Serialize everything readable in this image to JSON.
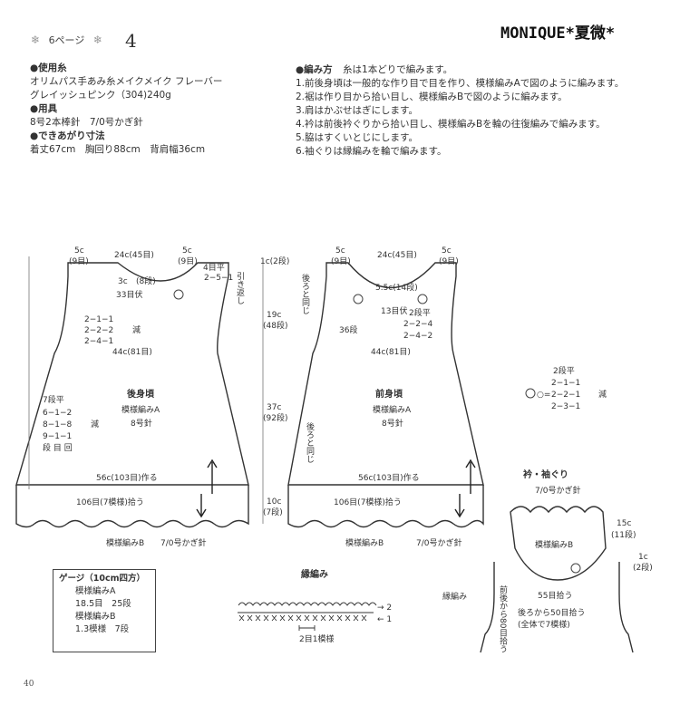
{
  "header": {
    "title": "MONIQUE*夏微*",
    "page_ref": "6ページ",
    "pattern_no": "4",
    "flake": "❄"
  },
  "materials": {
    "yarn_heading": "●使用糸",
    "yarn_line1": "オリムパス手あみ糸メイクメイク フレーバー",
    "yarn_line2": "グレイッシュピンク（304)240g",
    "tools_heading": "●用具",
    "tools_line": "8号2本棒針　7/0号かぎ針",
    "size_heading": "●できあがり寸法",
    "size_line": "着丈67cm　胸回り88cm　背肩幅36cm"
  },
  "method": {
    "heading": "●編み方",
    "intro": "糸は1本どりで編みます。",
    "steps": [
      "1.前後身頃は一般的な作り目で目を作り、模様編みAで図のように編みます。",
      "2.裾は作り目から拾い目し、模様編みBで図のように編みます。",
      "3.肩はかぶせはぎにします。",
      "4.衿は前後衿ぐりから拾い目し、模様編みBを輪の往復編みで編みます。",
      "5.脇はすくいとじにします。",
      "6.袖ぐりは縁編みを輪で編みます。"
    ]
  },
  "back": {
    "shoulder_l": "5c",
    "shoulder_l_sts": "(9目)",
    "neck_w": "24c(45目)",
    "shoulder_r": "5c",
    "shoulder_r_sts": "(9目)",
    "neck_depth": "3c",
    "neck_depth_rows": "(8段)",
    "neck_bind": "33目伏",
    "flat4": "4目平",
    "short_row": "2−5−1",
    "short_row_label": "引き返し",
    "dec1": "2−1−1",
    "dec2": "2−2−2",
    "dec3": "2−4−1",
    "dec_label": "減",
    "chest": "44c(81目)",
    "title": "後身頃",
    "pattern": "模様編みA",
    "needle": "8号針",
    "side_flat": "7段平",
    "side1": "6−1−2",
    "side2": "8−1−8",
    "side3": "9−1−1",
    "side_legend": "段 目 回",
    "side_label": "減",
    "cast_on": "56c(103目)作る",
    "pickup": "106目(7模様)拾う",
    "hem_pattern": "模様編みB",
    "hook": "7/0号かぎ針"
  },
  "lengths": {
    "shoulder": "1c(2段)",
    "armhole": "19c",
    "armhole_rows": "(48段)",
    "body": "37c",
    "body_rows": "(92段)",
    "hem": "10c",
    "hem_rows": "(7段)"
  },
  "front": {
    "shoulder_l": "5c",
    "shoulder_l_sts": "(9目)",
    "neck_w": "24c(45目)",
    "shoulder_r": "5c",
    "shoulder_r_sts": "(9目)",
    "same_back": "後ろと同じ",
    "neck_depth": "5.5c(14段)",
    "neck_bind": "13目伏",
    "flat2": "2段平",
    "dec1": "2−2−4",
    "dec2": "2−4−2",
    "rows36": "36段",
    "chest": "44c(81目)",
    "title": "前身頃",
    "pattern": "模様編みA",
    "needle": "8号針",
    "same_back2": "後ろと同じ",
    "cast_on": "56c(103目)作る",
    "pickup": "106目(7模様)拾う",
    "hem_pattern": "模様編みB",
    "hook": "7/0号かぎ針"
  },
  "neck_formula": {
    "symbol": "○=",
    "flat": "2段平",
    "r1": "2−1−1",
    "r2": "2−2−1",
    "r3": "2−3−1",
    "label": "減"
  },
  "collar": {
    "title": "衿・袖ぐり",
    "hook": "7/0号かぎ針",
    "height": "15c",
    "height_rows": "(11段)",
    "pattern": "模様編みB",
    "pickup": "55目拾う",
    "edge_w": "1c",
    "edge_rows": "(2段)",
    "edge_label": "縁編み",
    "armhole_pickup": "前後から80目拾う",
    "back_pickup": "後ろから50目拾う",
    "back_pickup2": "(全体で7模様)"
  },
  "edging": {
    "title": "縁編み",
    "row2": "→ 2",
    "row1": "← 1",
    "repeat": "2目1模様"
  },
  "gauge": {
    "title": "ゲージ（10cm四方）",
    "a_label": "模様編みA",
    "a_value": "18.5目　25段",
    "b_label": "模様編みB",
    "b_value": "1.3模様　7段"
  },
  "footer": {
    "page_no": "40"
  }
}
